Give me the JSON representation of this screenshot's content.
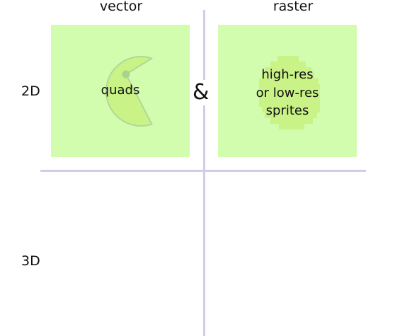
{
  "columns": {
    "vector": "vector",
    "raster": "raster"
  },
  "rows": {
    "two_d": "2D",
    "three_d": "3D"
  },
  "vector_panel": {
    "label": "quads"
  },
  "raster_panel": {
    "line1": "high-res",
    "line2": "or low-res",
    "line3": "sprites"
  },
  "connector": "&",
  "colors": {
    "panel_fill": "#d2fcae",
    "shape_fill": "#c9f287",
    "shape_stroke": "#b3d79a",
    "divider": "#cfcdea"
  }
}
